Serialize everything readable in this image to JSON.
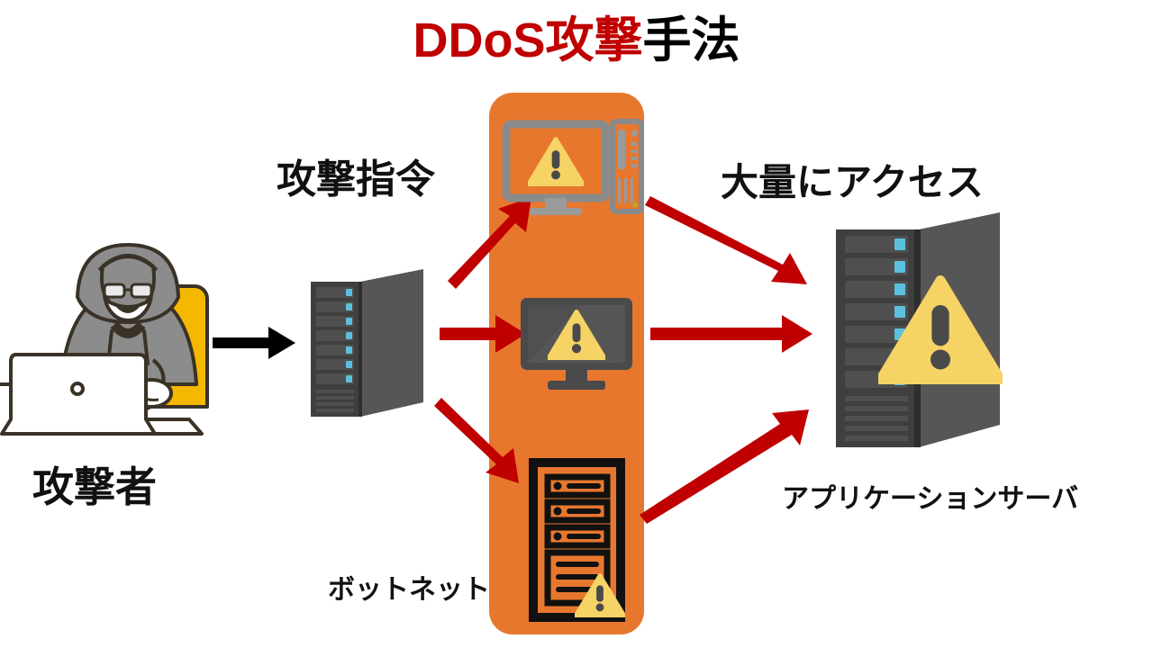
{
  "title": {
    "highlight_text": "DDoS攻撃",
    "plain_text": "手法",
    "highlight_color": "#C00000",
    "plain_color": "#000000"
  },
  "labels": {
    "attack_command": "攻撃指令",
    "mass_access": "大量にアクセス",
    "attacker": "攻撃者",
    "botnet": "ボットネット",
    "app_server": "アプリケーションサーバ"
  },
  "nodes": [
    {
      "id": "attacker",
      "icon": "hooded-hacker-at-laptop-icon",
      "label": "攻撃者"
    },
    {
      "id": "command-server",
      "icon": "server-tower-icon",
      "label": ""
    },
    {
      "id": "botnet-bot-1",
      "icon": "infected-desktop-monitor-and-pc-icon",
      "label": ""
    },
    {
      "id": "botnet-bot-2",
      "icon": "infected-monitor-icon",
      "label": ""
    },
    {
      "id": "botnet-bot-3",
      "icon": "infected-rack-server-icon",
      "label": ""
    },
    {
      "id": "application-server",
      "icon": "server-tower-with-warning-icon",
      "label": "アプリケーションサーバ"
    }
  ],
  "arrows": [
    {
      "id": "attacker-to-command-server",
      "color": "#000000",
      "direction": "right"
    },
    {
      "id": "command-server-to-bot-1",
      "color": "#C00000",
      "direction": "up-right"
    },
    {
      "id": "command-server-to-bot-2",
      "color": "#C00000",
      "direction": "right"
    },
    {
      "id": "command-server-to-bot-3",
      "color": "#C00000",
      "direction": "down-right"
    },
    {
      "id": "bot-1-to-app-server",
      "color": "#C00000",
      "direction": "down-right"
    },
    {
      "id": "bot-2-to-app-server",
      "color": "#C00000",
      "direction": "right"
    },
    {
      "id": "bot-3-to-app-server",
      "color": "#C00000",
      "direction": "up-right"
    }
  ],
  "colors": {
    "accent_red": "#C00000",
    "botnet_panel_orange": "#E8772E",
    "server_dark": "#4C4C4C",
    "server_darker": "#3C3C3C",
    "server_led_cyan": "#5BC0DE",
    "warning_yellow": "#F6D365",
    "hoodie_gray": "#8C8C8C",
    "chair_yellow": "#F5B800",
    "outline": "#3A3226"
  }
}
